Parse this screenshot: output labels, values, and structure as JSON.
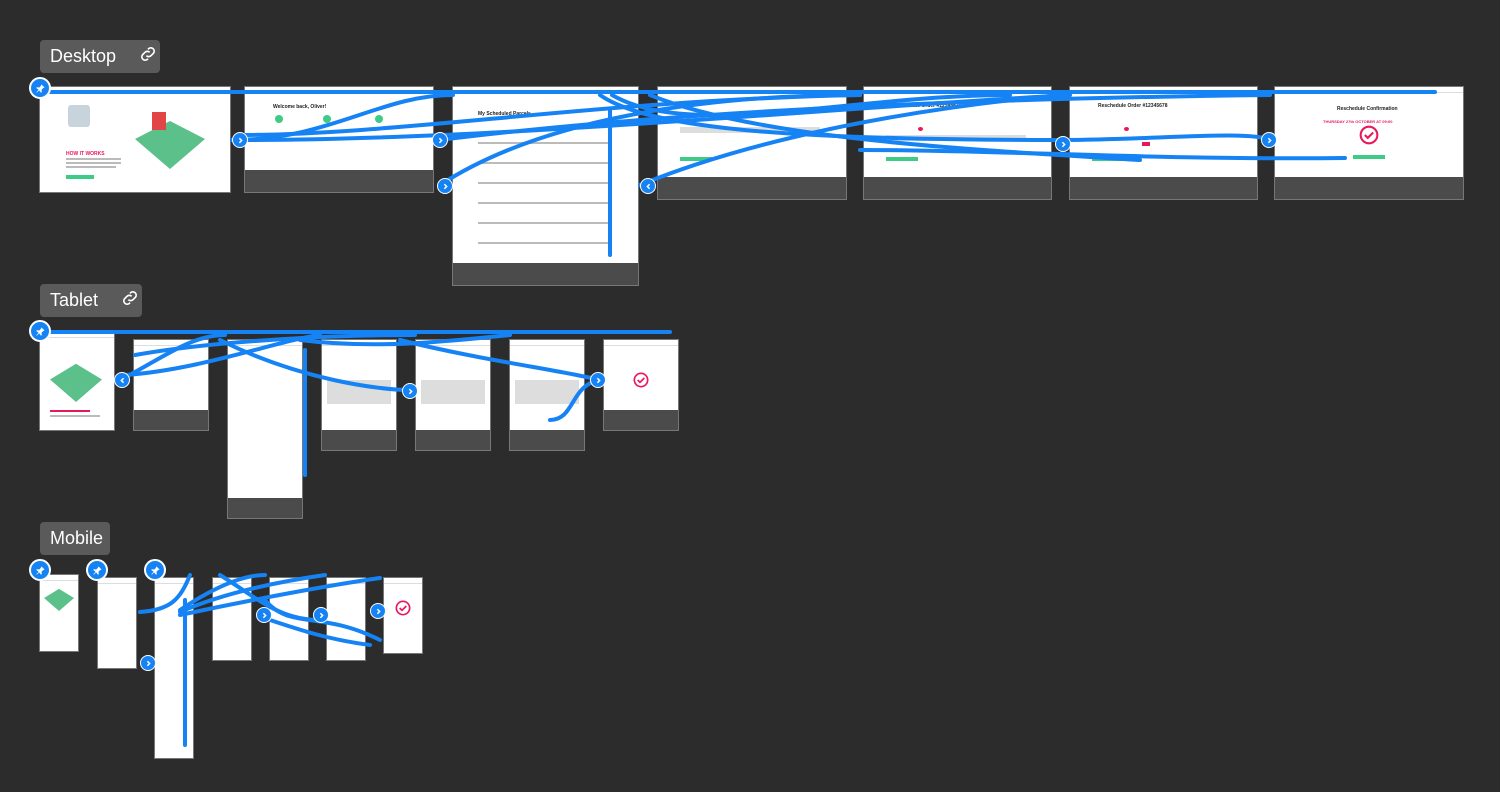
{
  "sections": {
    "desktop": {
      "label": "Desktop"
    },
    "tablet": {
      "label": "Tablet"
    },
    "mobile": {
      "label": "Mobile"
    }
  },
  "screens": {
    "how_it_works": "HOW IT WORKS",
    "welcome": "Welcome back, Oliver!",
    "scheduled_parcels": "My Scheduled Parcels",
    "reschedule_order": "Reschedule Order #12345678",
    "reschedule_confirmation": "Reschedule Confirmation",
    "confirmation_date": "THURSDAY 27th OCTOBER AT 09:00"
  },
  "colors": {
    "background": "#2c2c2c",
    "label_bg": "#5a5a5a",
    "wire": "#1683f5",
    "accent_green": "#3ecb86",
    "accent_pink": "#e8195a",
    "footer": "#4b4b4b"
  },
  "icons": [
    "link-icon",
    "pin-icon",
    "chevron-right-icon",
    "chevron-left-icon",
    "checkmark-icon"
  ]
}
